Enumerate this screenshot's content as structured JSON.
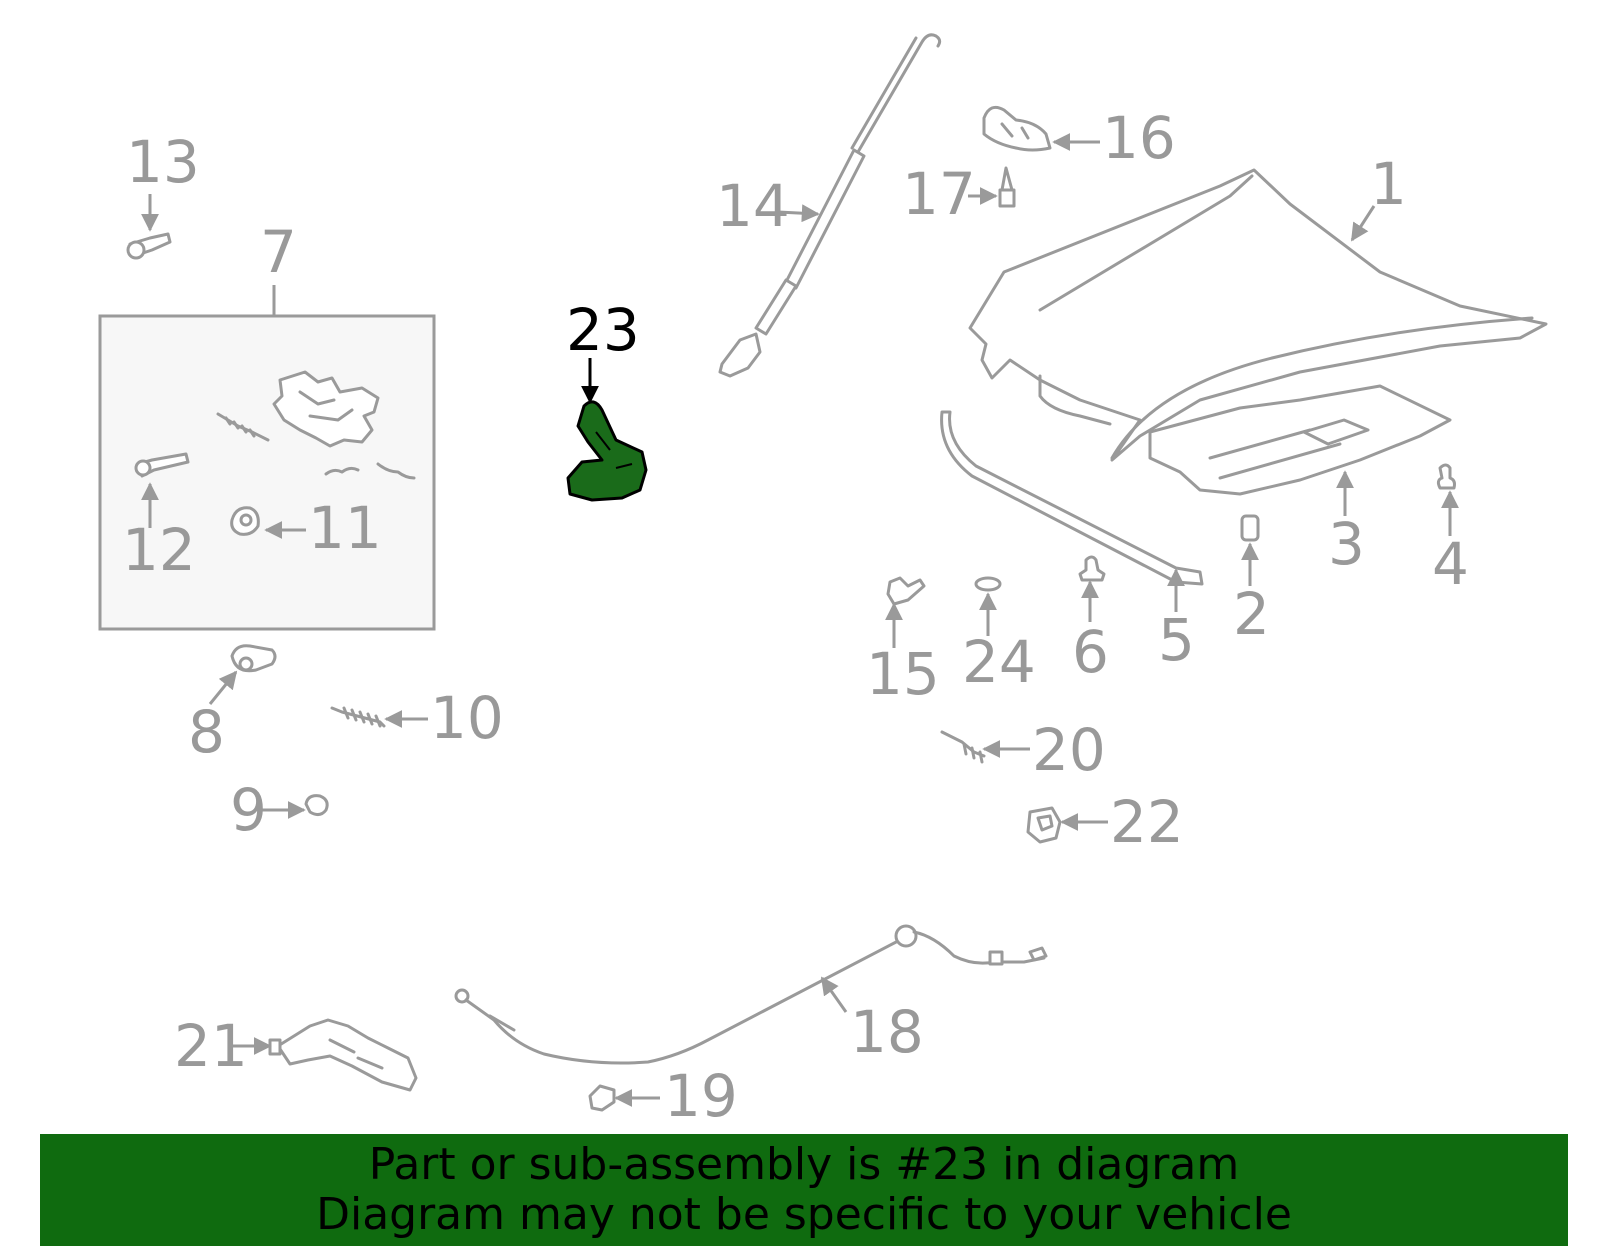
{
  "callouts": {
    "c1": "1",
    "c2": "2",
    "c3": "3",
    "c4": "4",
    "c5": "5",
    "c6": "6",
    "c7": "7",
    "c8": "8",
    "c9": "9",
    "c10": "10",
    "c11": "11",
    "c12": "12",
    "c13": "13",
    "c14": "14",
    "c15": "15",
    "c16": "16",
    "c17": "17",
    "c18": "18",
    "c19": "19",
    "c20": "20",
    "c21": "21",
    "c22": "22",
    "c23": "23",
    "c24": "24"
  },
  "highlight": {
    "part_number": "23",
    "color": "#1a6b1a"
  },
  "banner": {
    "line1": "Part or sub-assembly is #23 in diagram",
    "line2": "Diagram may not be specific to your vehicle",
    "background": "#0f6b0f"
  }
}
